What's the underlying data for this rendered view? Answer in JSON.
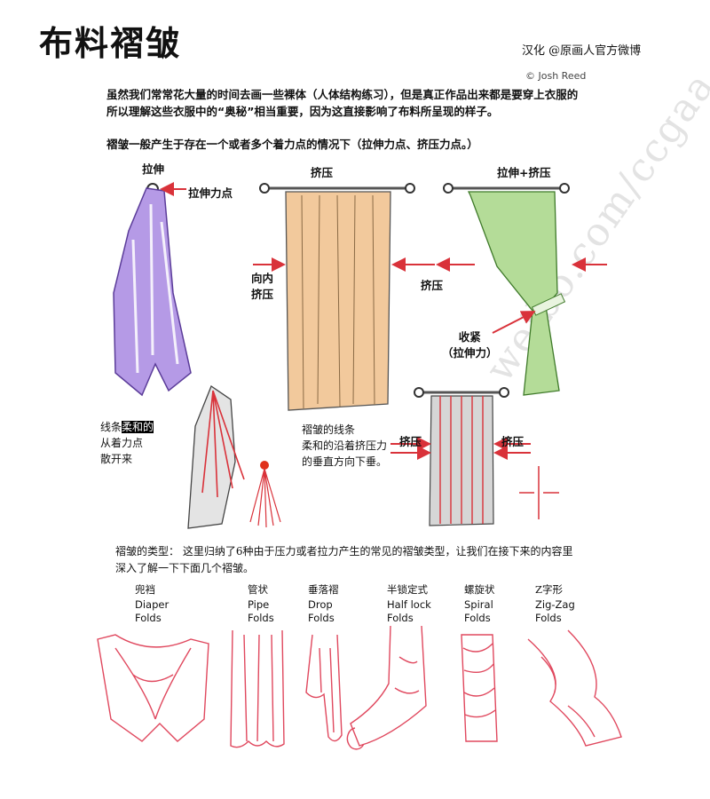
{
  "header": {
    "title": "布料褶皱",
    "credit": "汉化 @原画人官方微博",
    "copyright": "© Josh Reed",
    "watermark": "weibo.com/ccgaa"
  },
  "intro": {
    "line1": "虽然我们常常花大量的时间去画一些裸体（人体结构练习），但是真正作品出来都是要穿上衣服的",
    "line2": "所以理解这些衣服中的“奥秘”相当重要，因为这直接影响了布料所呈现的样子。",
    "lead": "褶皱一般产生于存在一个或者多个着力点的情况下（拉伸力点、挤压力点。）"
  },
  "diagrams": {
    "stretch": {
      "heading": "拉伸",
      "point_label": "拉伸力点"
    },
    "compress": {
      "heading": "挤压",
      "inward_1": "向内",
      "inward_2": "挤压"
    },
    "both": {
      "heading": "拉伸+挤压",
      "compress_label": "挤压",
      "tight_1": "收紧",
      "tight_2": "（拉伸力）"
    },
    "curtain2": {
      "left": "挤压",
      "right": "挤压"
    },
    "note_left": {
      "pre": "线条",
      "highlight": "柔和的",
      "line2": "从着力点",
      "line3": "散开来"
    },
    "note_mid": {
      "line1": "褶皱的线条",
      "line2": "柔和的沿着挤压力",
      "line3": "的垂直方向下垂。"
    }
  },
  "types_intro": {
    "line1": "褶皱的类型： 这里归纳了6种由于压力或者拉力产生的常见的褶皱类型，让我们在接下来的内容里",
    "line2": "深入了解一下下面几个褶皱。"
  },
  "fold_types": [
    {
      "cn": "兜裆",
      "en1": "Diaper",
      "en2": "Folds"
    },
    {
      "cn": "管状",
      "en1": "Pipe",
      "en2": "Folds"
    },
    {
      "cn": "垂落褶",
      "en1": "Drop",
      "en2": "Folds"
    },
    {
      "cn": "半锁定式",
      "en1": "Half lock",
      "en2": "Folds"
    },
    {
      "cn": "螺旋状",
      "en1": "Spiral",
      "en2": "Folds"
    },
    {
      "cn": "Z字形",
      "en1": "Zig-Zag",
      "en2": "Folds"
    }
  ],
  "colors": {
    "purple": "#a98be0",
    "orange": "#f1c89a",
    "green": "#a9d88a",
    "red": "#d9323a",
    "pink": "#e0485e"
  }
}
